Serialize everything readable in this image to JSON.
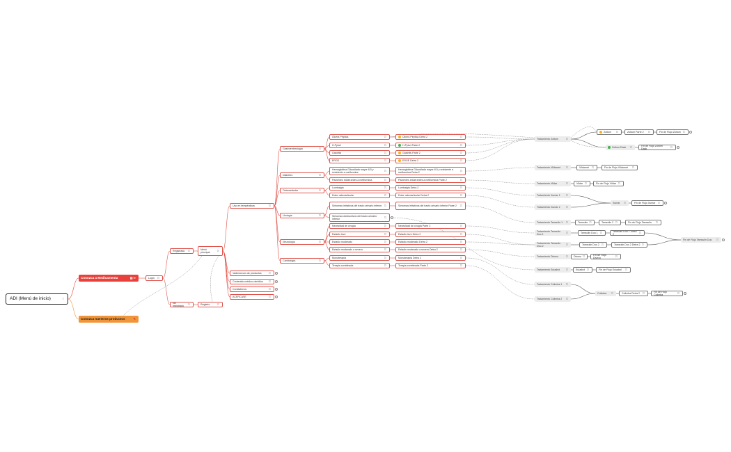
{
  "colors": {
    "accent_red": "#e8403a",
    "accent_orange": "#f0953a",
    "link": "#8a8a8a",
    "dot_yellow": "#f5b21a",
    "dot_green": "#3cb44b"
  },
  "root": "ADI (Menú de inicio)",
  "level1": {
    "conozca": "Conozca a Medicamenta",
    "productos": "Conozca nuestros productos"
  },
  "login": "Login",
  "registrado": "Registrado",
  "no_registrado": "No registrado",
  "menu_principal": "Menú principal",
  "registro": "Registro",
  "menu_items": [
    "Uso en terapéuticas",
    "Vademecum de productos",
    "Contenido médico científico",
    "Contáctenos",
    "ACERCASE"
  ],
  "specialties": [
    "Gastroenterología",
    "Diabetes",
    "Osteoarticular",
    "Urología",
    "Neurología",
    "Cardiología"
  ],
  "conditions": [
    "Úlcera Péptica",
    "H.Pylori",
    "Gastritis",
    "ERGE",
    "Hemoglobina Glicosilada mayor 8.5 y resistente a metformina",
    "Pacientes intolerantes a metformina",
    "Lumbalgia",
    "Dolor osteoarticular",
    "Síntomas irritativos del tracto urinario inferior",
    "Síntomas obstructivos del tracto urinario inferior",
    "Necesidad de cirugía",
    "Estadio leve",
    "Estadio moderado",
    "Estadio moderado a severo",
    "Monoterapia",
    "Terapia combinada"
  ],
  "details": [
    "Úlcera Péptica Detra 2",
    "H.Pylori Parte 2",
    "Gastritis Parte 2",
    "ERGE Detra 2",
    "Hemoglobina Glicosilada mayor 8.5 y resistente a metformina Detra 2",
    "Pacientes intolerantes a metformina Parte 2",
    "Lumbalgia Detra 2",
    "Dolor osteoarticular Detra 2",
    "Síntomas irritativos del tracto urinario inferior Parte 2",
    "Necesidad de cirugía Parte 2",
    "Estadio leve Detra 2",
    "Estadio moderado Detra 2",
    "Estadio moderado a severo Detra 2",
    "Monoterapia Detra 2",
    "Terapia combinada Parte 2"
  ],
  "treatments": [
    "Tratamiento Zoltum",
    "Tratamiento Vildamet",
    "Tratamiento Vildar",
    "Tratamiento Xumar 1",
    "Tratamiento Xumar 2",
    "Tratamiento Tamsulin 1",
    "Tratamiento Tamsulin Duo 1",
    "Tratamiento Tamsulin Duo 2",
    "Tratamiento Divexo",
    "Tratamiento Euladrol",
    "Tratamiento Colimba 1",
    "Tratamiento Colimba 2"
  ],
  "products": {
    "zoltum": "Zoltum",
    "zoltum_parte2": "Zoltum Parte 2",
    "fin_zoltum": "Fin de Flujo Zoltum",
    "zoltum_dack": "Zoltum Dack",
    "fin_zoltum_dack": "Fin de Flujo Zoltum Dack",
    "vildamet": "Vildamet",
    "fin_vildamet": "Fin de Flujo Vildamet",
    "vildar": "Vildar",
    "fin_vildar": "Fin de Flujo Vildar",
    "xumar": "Xumar",
    "fin_xumar": "Fin de Flujo Xumar",
    "tamsulin": "Tamsulin",
    "tamsulin2": "Tamsulin 2",
    "fin_tamsulin": "Fin de Flujo Tamsulin",
    "tamsulin_duo1": "Tamsulin Duo 1",
    "tamsulin_duo1_detra": "Tamsulin Duo 1 Detra 2",
    "tamsulin_duo2": "Tamsulin Duo 2",
    "tamsulin_duo2_detra": "Tamsulin Duo 2 Detra 2",
    "fin_tamsulin_duo": "Fin de Flujo Tamsulin Duo",
    "divexo": "Divexo",
    "fin_divexo": "Fin de Flujo Divexo",
    "euladrol": "Euladrol",
    "fin_euladrol": "Fin de Flujo Euladrol",
    "colimba": "Colimba",
    "colimba_detra": "Colimba Detra 2",
    "fin_colimba": "Fin de Flujo Colimba"
  }
}
